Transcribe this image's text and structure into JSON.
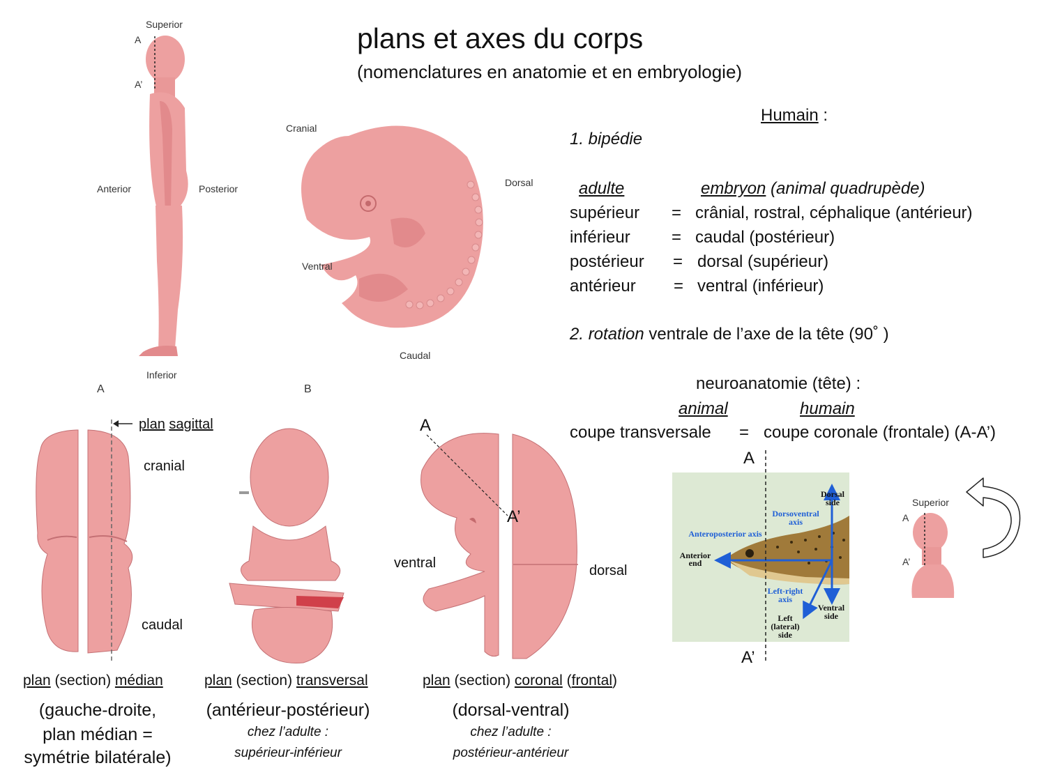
{
  "title": "plans et axes du corps",
  "subtitle": "(nomenclatures en anatomie et en embryologie)",
  "figure_a": {
    "superior": "Superior",
    "inferior": "Inferior",
    "anterior": "Anterior",
    "posterior": "Posterior",
    "a": "A",
    "a_prime": "A’",
    "panel": "A"
  },
  "figure_b": {
    "cranial": "Cranial",
    "dorsal": "Dorsal",
    "ventral": "Ventral",
    "caudal": "Caudal",
    "panel": "B"
  },
  "humain": {
    "heading": "Humain",
    "heading_suffix": " :",
    "point1": "1. bipédie",
    "col_adult": "adulte",
    "col_embryo": "embryon",
    "col_embryo_note": " (animal quadrupède)",
    "rows": [
      {
        "adult": "supérieur",
        "eq": "=",
        "embryo": "crânial, rostral, céphalique (antérieur)"
      },
      {
        "adult": "inférieur",
        "eq": "=",
        "embryo": "caudal (postérieur)"
      },
      {
        "adult": "postérieur",
        "eq": "=",
        "embryo": "dorsal (supérieur)"
      },
      {
        "adult": "antérieur",
        "eq": "=",
        "embryo": "ventral (inférieur)"
      }
    ],
    "point2_num": "2. ",
    "point2_ital": "rotation",
    "point2_rest": " ventrale de l’axe de la tête (90˚  )"
  },
  "neuro": {
    "heading": "neuroanatomie (tête) :",
    "animal": "animal",
    "humain": "humain",
    "left": "coupe transversale",
    "eq": "=",
    "right": "coupe coronale (frontale) (A-A’)",
    "a": "A",
    "a_prime": "A’"
  },
  "fish": {
    "dorsal_side": "Dorsal side",
    "dorsoventral_axis": "Dorsoventral axis",
    "anteroposterior_axis": "Anteroposterior axis",
    "anterior_end": "Anterior end",
    "left_right_axis": "Left-right axis",
    "ventral_side": "Ventral side",
    "left_lateral_side": "Left (lateral) side"
  },
  "head_small": {
    "superior": "Superior",
    "a": "A",
    "a_prime": "A’"
  },
  "sections": {
    "median": {
      "plan_sagittal_1": "plan",
      "plan_sagittal_2": "sagittal",
      "cranial": "cranial",
      "caudal": "caudal",
      "cap_1": "plan",
      "cap_2": " (section) ",
      "cap_3": "médian",
      "desc_1": "(gauche-droite,",
      "desc_2": "plan médian =",
      "desc_3": "symétrie bilatérale)"
    },
    "transverse": {
      "cap_1": "plan",
      "cap_2": " (section) ",
      "cap_3": "transversal",
      "desc": "(antérieur-postérieur)",
      "adult_1": "chez l’adulte :",
      "adult_2": "supérieur-inférieur"
    },
    "coronal": {
      "a": "A",
      "a_prime": "A’",
      "ventral": "ventral",
      "dorsal": "dorsal",
      "cap_1": "plan",
      "cap_2": " (section) ",
      "cap_3": "coronal",
      "cap_4": " (",
      "cap_5": "frontal",
      "cap_6": ")",
      "desc": "(dorsal-ventral)",
      "adult_1": "chez l’adulte :",
      "adult_2": "postérieur-antérieur"
    }
  },
  "colors": {
    "skin": "#eda0a0",
    "skin_dark": "#d9797b",
    "fish_bg": "#dde9d4",
    "axis_blue": "#1f5fd6"
  }
}
